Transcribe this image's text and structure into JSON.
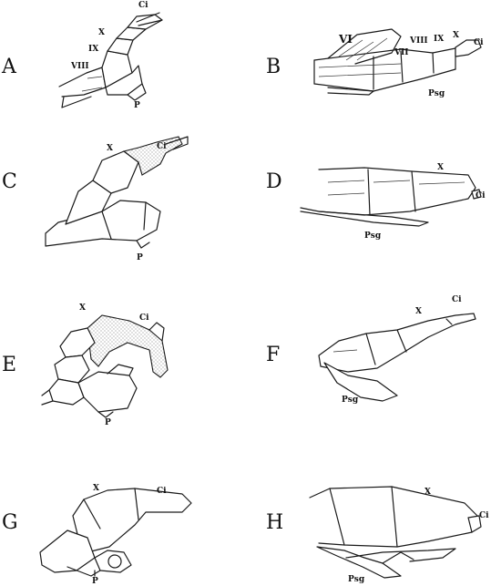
{
  "panels": {
    "A": {
      "letter": "A",
      "labels": {
        "ci": "Ci",
        "x": "X",
        "ix": "IX",
        "viii": "VIII",
        "p": "P"
      }
    },
    "B": {
      "letter": "B",
      "labels": {
        "vi": "VI",
        "vii": "VII",
        "viii": "VIII",
        "ix": "IX",
        "x": "X",
        "ci": "Ci",
        "psg": "Psg"
      }
    },
    "C": {
      "letter": "C",
      "labels": {
        "x": "X",
        "ci": "Ci",
        "p": "P"
      }
    },
    "D": {
      "letter": "D",
      "labels": {
        "x": "X",
        "ci": "Ci",
        "psg": "Psg"
      }
    },
    "E": {
      "letter": "E",
      "labels": {
        "x": "X",
        "ci": "Ci",
        "p": "P"
      }
    },
    "F": {
      "letter": "F",
      "labels": {
        "x": "X",
        "ci": "Ci",
        "psg": "Psg"
      }
    },
    "G": {
      "letter": "G",
      "labels": {
        "x": "X",
        "ci": "Ci",
        "p": "P"
      }
    },
    "H": {
      "letter": "H",
      "labels": {
        "x": "X",
        "ci": "Ci",
        "psg": "Psg"
      }
    }
  }
}
